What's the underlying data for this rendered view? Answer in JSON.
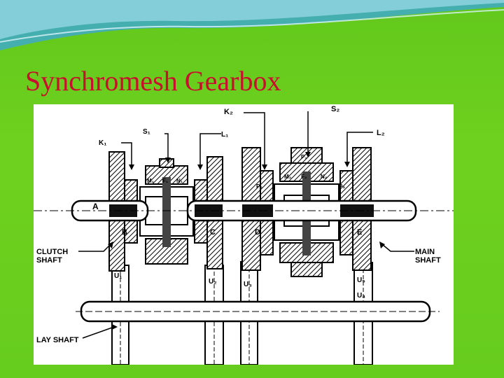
{
  "slide": {
    "title": "Synchromesh Gearbox",
    "colors": {
      "background": "#66cc1e",
      "title": "#c8102e"
    }
  },
  "diagram": {
    "labels": {
      "k2": "K₂",
      "s2": "S₂",
      "s1": "S₁",
      "l1": "L₁",
      "k1": "K₁",
      "l2": "L₂",
      "a": "A",
      "b": "B",
      "c": "C",
      "d": "D",
      "e": "E",
      "clutch_shaft": "CLUTCH\nSHAFT",
      "main_shaft": "MAIN\nSHAFT",
      "u1": "U₁",
      "u2": "U₂",
      "u3": "U₃",
      "u4": "U₄",
      "u5": "U₅",
      "lay_shaft": "LAY SHAFT",
      "m1": "M₁",
      "f1": "F₁",
      "n1": "N₁",
      "m2": "M₂",
      "f2": "F₂",
      "n2": "N₂",
      "p1": "P₁",
      "p2": "P₂",
      "p3": "P₃"
    }
  }
}
